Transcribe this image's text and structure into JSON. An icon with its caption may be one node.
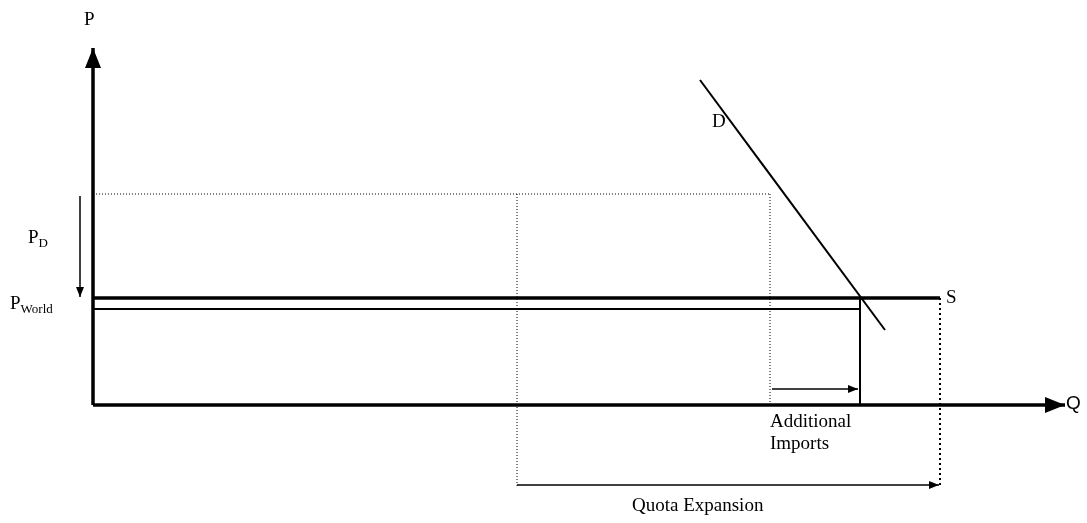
{
  "diagram": {
    "labels": [
      "P",
      "D",
      "P$_{D}$",
      "P$_{World}$",
      "S",
      "Q",
      "Additional Imports",
      "Quota Expansion"
    ]
  }
}
